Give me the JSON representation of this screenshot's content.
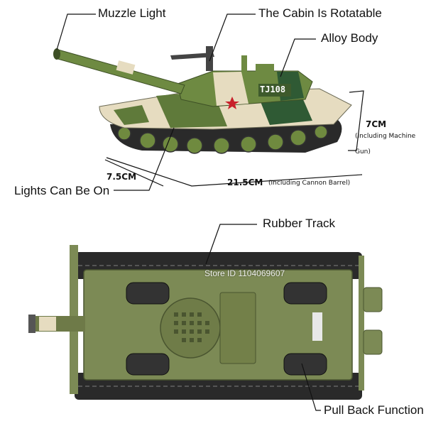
{
  "callouts": {
    "muzzle_light": "Muzzle Light",
    "cabin_rotatable": "The Cabin Is Rotatable",
    "alloy_body": "Alloy Body",
    "lights_on": "Lights Can Be On",
    "rubber_track": "Rubber Track",
    "pull_back": "Pull Back Function"
  },
  "dimensions": {
    "height_value": "7CM",
    "height_note_1": "(Including Machine",
    "height_note_2": "Gun)",
    "width_value": "7.5CM",
    "length_value": "21.5CM",
    "length_note": "(Including Cannon Barrel)"
  },
  "tank_marking": "TJ108",
  "watermark": "Store ID 1104069607",
  "colors": {
    "camo_green": "#5f7a3a",
    "camo_dark": "#2f5a34",
    "camo_sand": "#e6dcc0",
    "underside_green": "#7c8a55",
    "track": "#2a2a2a"
  }
}
